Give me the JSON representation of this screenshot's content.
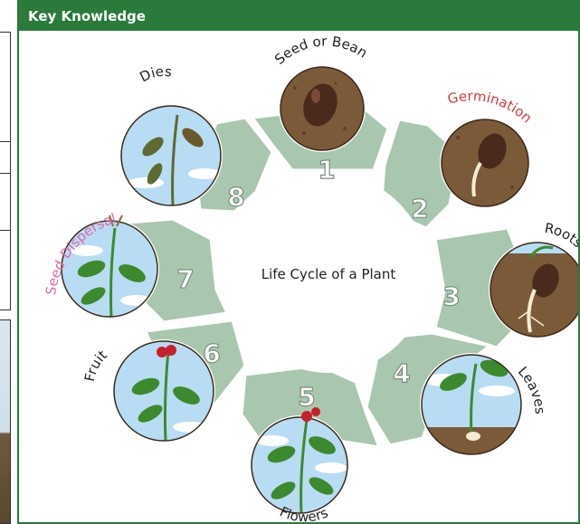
{
  "panel": {
    "title": "Key Knowledge"
  },
  "diagram": {
    "center_label": "Life Cycle of a Plant",
    "stages": [
      {
        "number": "1",
        "label": "Seed or Bean"
      },
      {
        "number": "2",
        "label": "Germination"
      },
      {
        "number": "3",
        "label": "Roots"
      },
      {
        "number": "4",
        "label": "Leaves"
      },
      {
        "number": "5",
        "label": "Flowers"
      },
      {
        "number": "6",
        "label": "Fruit"
      },
      {
        "number": "7",
        "label": "Seed Dispersal"
      },
      {
        "number": "8",
        "label": "Dies"
      }
    ],
    "colors": {
      "header_green": "#2a7a3b",
      "segment_fill": "#a9c7ae",
      "segment_stroke": "#ffffff",
      "germination_label": "#d83a3a",
      "seed_dispersal_label": "#e06aa8",
      "default_label": "#222222",
      "soil": "#7b5a3a",
      "sky": "#b8dcf3",
      "leaf": "#3d8a2e",
      "flower": "#c8202a"
    }
  }
}
